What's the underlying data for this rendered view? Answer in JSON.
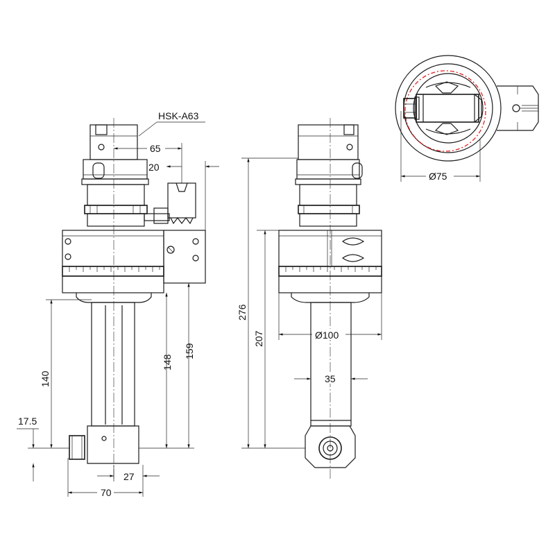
{
  "labels": {
    "holder": "HSK-A63",
    "d65": "65",
    "d20": "20",
    "d148": "148",
    "d159": "159",
    "d140": "140",
    "d17_5": "17.5",
    "d27": "27",
    "d70": "70",
    "d276": "276",
    "d207": "207",
    "d100": "Ø100",
    "d35": "35",
    "d75": "Ø75"
  },
  "colors": {
    "line": "#1a1a1a",
    "accent": "#e02020"
  }
}
